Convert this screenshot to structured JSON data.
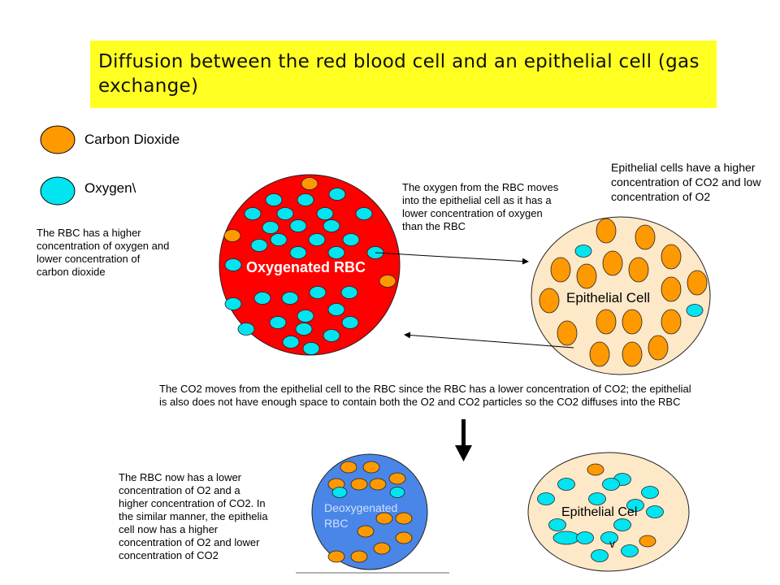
{
  "title": "Diffusion between the red blood cell and an epithelial cell (gas exchange)",
  "legend": [
    {
      "label": "Carbon Dioxide",
      "color": "#ff9900"
    },
    {
      "label": "Oxygen\\",
      "color": "#00e5f0"
    }
  ],
  "rbc_note": [
    "The RBC has a higher",
    "concentration of oxygen and",
    "lower concentration of",
    "carbon dioxide"
  ],
  "oxygen_note": [
    "The oxygen from the RBC moves",
    "into the epithelial cell as it has a",
    "lower concentration of oxygen",
    "than the RBC"
  ],
  "epithelial_note": [
    "Epithelial cells have a higher",
    "concentration of CO2 and low",
    "concentration of O2"
  ],
  "co2_note": [
    "The CO2 moves from the epithelial cell to the RBC since the RBC has a lower concentration of CO2; the epithelial",
    "is also does not have enough space to contain both the O2 and CO2 particles so the CO2 diffuses into the RBC"
  ],
  "result_note": [
    "The RBC now has a lower",
    "concentration of O2 and a",
    "higher concentration of CO2. In",
    "the similar manner, the epithelia",
    "cell now has a higher",
    "concentration of O2 and lower",
    "concentration of CO2"
  ],
  "labels": {
    "oxygenated_rbc": "Oxygenated RBC",
    "epithelial_cell": "Epithelial Cell",
    "deoxygenated_rbc_1": "Deoxygenated",
    "deoxygenated_rbc_2": "RBC",
    "epithelial_cell_after": "Epithelial Cel",
    "stray_v": "v"
  },
  "colors": {
    "title_bg": "#ffff22",
    "rbc_red": "#ff0000",
    "rbc_blue": "#4a86e8",
    "epithelial_fill": "#fde8c8",
    "co2": "#ff9900",
    "oxygen": "#00e5f0"
  }
}
